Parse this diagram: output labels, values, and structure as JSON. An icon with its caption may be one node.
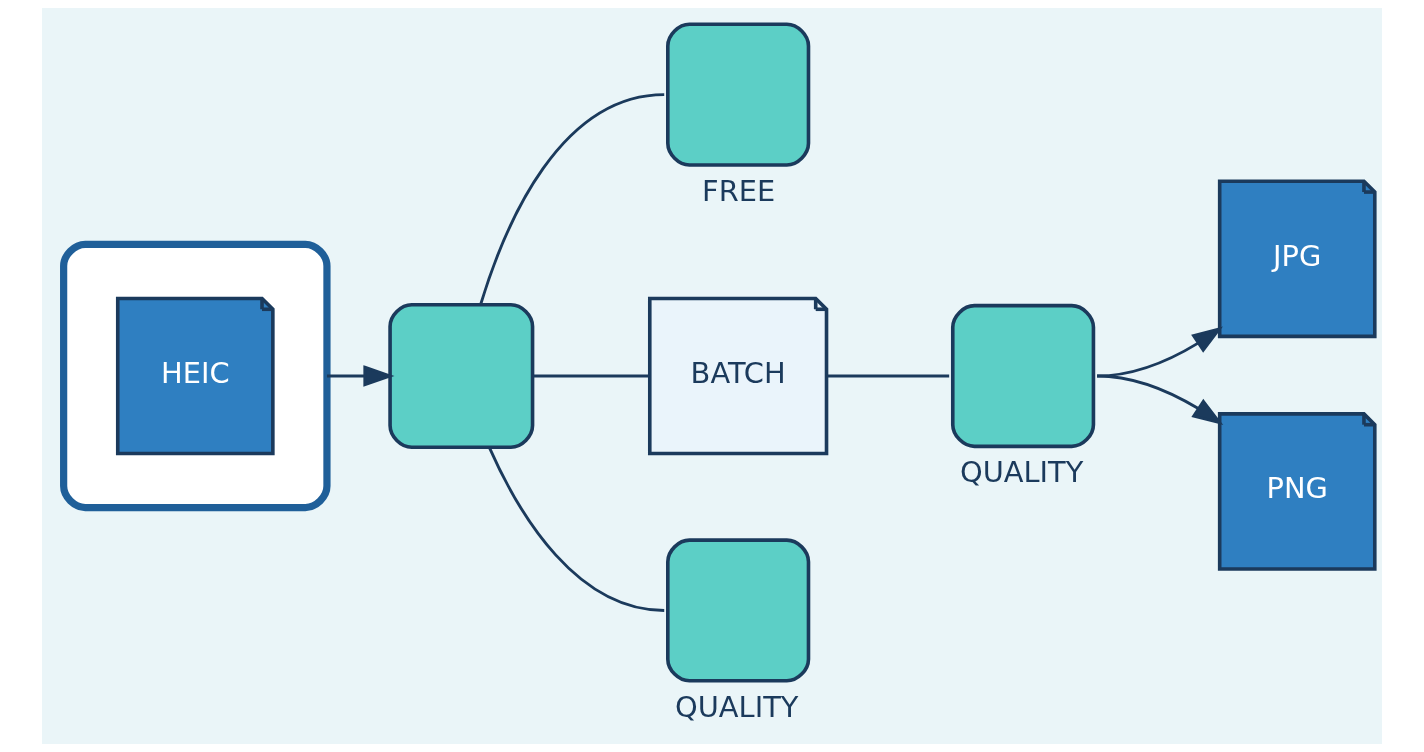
{
  "diagram": {
    "nodes": [
      {
        "text": [],
        "shape": "picture"
      },
      {
        "text": [
          "HEIC"
        ],
        "in": 0
      },
      {
        "text": [],
        "shape": "box"
      },
      {
        "text": [],
        "shape": "box",
        "beside": [
          "FREE"
        ]
      },
      {
        "text": [
          "BATCH"
        ]
      },
      {
        "text": [],
        "shape": "box",
        "beside": [
          "QUALITY"
        ]
      },
      {
        "text": [],
        "shape": "box",
        "beside": [
          "QUALITY"
        ]
      },
      {
        "text": [
          "JPG"
        ]
      },
      {
        "text": [
          "PNG"
        ]
      }
    ],
    "edges": [
      {
        "from": 0,
        "to": 2,
        "arrow": "to"
      },
      {
        "from": 2,
        "to": 3,
        "arrow": "none"
      },
      {
        "from": 2,
        "to": 4,
        "arrow": "none"
      },
      {
        "from": 2,
        "to": 5,
        "arrow": "none"
      },
      {
        "from": 4,
        "to": 6,
        "arrow": "none"
      },
      {
        "from": 6,
        "to": 7,
        "arrow": "to"
      },
      {
        "from": 6,
        "to": 8,
        "arrow": "to"
      }
    ]
  }
}
